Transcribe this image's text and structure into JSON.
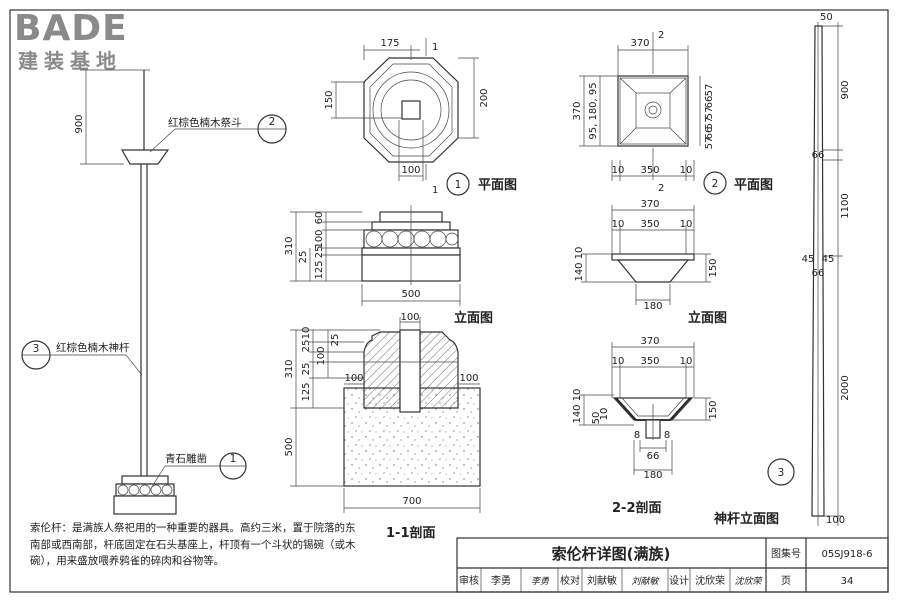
{
  "logo": {
    "brand": "BADE",
    "tagline": "建装基地"
  },
  "pole_view": {
    "dim_top": "900",
    "callout_2_text": "红棕色楠木祭斗",
    "callout_2_num": "2",
    "callout_3_text": "红棕色楠木神杆",
    "callout_3_num": "3",
    "callout_1_text": "青石雕凿",
    "callout_1_num": "1"
  },
  "view1_plan": {
    "dims": {
      "top": "175",
      "left": "150",
      "right": "200",
      "bottom": "100"
    },
    "section_mark": "1",
    "ref_num": "1",
    "title": "平面图"
  },
  "view1_elev": {
    "dims": {
      "h_total": "310",
      "h_top": "60",
      "h_mid": "100",
      "h_b1": "125",
      "h_b2": "25",
      "h_b3": "25",
      "width": "500"
    },
    "title": "立面图"
  },
  "view1_section": {
    "dims": {
      "top_w": "100",
      "h_total": "310",
      "h_a": "25",
      "h_b": "25",
      "h_c": "125",
      "h_d": "10",
      "h_e": "100",
      "h_f": "25",
      "left_step": "100",
      "right_step": "100",
      "h_base": "500",
      "width": "700"
    },
    "title": "1-1剖面"
  },
  "view2_plan": {
    "dims": {
      "top": "370",
      "left_total": "370",
      "left_parts": "95, 180, 95",
      "r1": "57",
      "r2": "66",
      "r3": "57",
      "r4": "57",
      "r5": "66",
      "r6": "57",
      "b_l": "10",
      "b_m": "350",
      "b_r": "10"
    },
    "section_mark": "2",
    "ref_num": "2",
    "title": "平面图"
  },
  "view2_elev": {
    "dims": {
      "top": "370",
      "t_l": "10",
      "t_m": "350",
      "t_r": "10",
      "h_total": "140",
      "h_top": "10",
      "h_right": "150",
      "bottom": "180"
    },
    "title": "立面图"
  },
  "view2_section": {
    "dims": {
      "top": "370",
      "t_l": "10",
      "t_m": "350",
      "t_r": "10",
      "h_total": "140",
      "h_top": "10",
      "h_a": "50",
      "h_b": "10",
      "h_right": "150",
      "s1": "8",
      "s2": "8",
      "b1": "66",
      "b2": "180"
    },
    "title": "2-2剖面"
  },
  "view3_pole": {
    "dims": {
      "top": "50",
      "d900": "900",
      "d66a": "66",
      "d1100": "1100",
      "d45a": "45",
      "d45b": "45",
      "d66b": "66",
      "d2000": "2000",
      "d100": "100"
    },
    "ref_num": "3",
    "title": "神杆立面图"
  },
  "note": {
    "text": "索伦杆：是满族人祭祀用的一种重要的器具。高约三米，置于院落的东南部或西南部，杆底固定在石头基座上，杆顶有一个斗状的锡碗（或木碗），用来盛放喂养鸦雀的碎肉和谷物等。"
  },
  "title_block": {
    "title": "索伦杆详图(满族)",
    "atlas_label": "图集号",
    "atlas_no": "05SJ918-6",
    "review_label": "审核",
    "reviewer": "李勇",
    "reviewer_sig": "李勇",
    "check_label": "校对",
    "checker": "刘献敏",
    "checker_sig": "刘献敏",
    "design_label": "设计",
    "designer": "沈欣荣",
    "designer_sig": "沈欣荣",
    "page_label": "页",
    "page_no": "34"
  }
}
